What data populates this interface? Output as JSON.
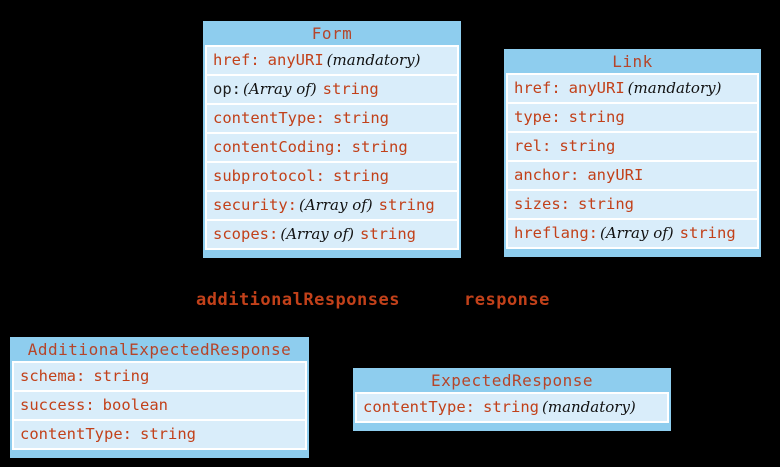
{
  "diagram": {
    "background": "#000000",
    "colors": {
      "class_header_bg": "#8ecdee",
      "row_bg": "#d9edfa",
      "row_gap": "#ffffff",
      "term_text": "#c2411a",
      "header_text": "#b5452a",
      "annotation_text": "#111111",
      "op_name_text": "#1d1d1d"
    },
    "classes": [
      {
        "id": "form",
        "title": "Form",
        "fields": [
          {
            "name": "href",
            "type": "anyURI",
            "suffix": "(mandatory)"
          },
          {
            "name": "op",
            "prefix": "(Array of)",
            "type": "string",
            "name_color": "#1d1d1d"
          },
          {
            "name": "contentType",
            "type": "string"
          },
          {
            "name": "contentCoding",
            "type": "string"
          },
          {
            "name": "subprotocol",
            "type": "string"
          },
          {
            "name": "security",
            "prefix": "(Array of)",
            "type": "string"
          },
          {
            "name": "scopes",
            "prefix": "(Array of)",
            "type": "string"
          }
        ]
      },
      {
        "id": "link",
        "title": "Link",
        "fields": [
          {
            "name": "href",
            "type": "anyURI",
            "suffix": "(mandatory)"
          },
          {
            "name": "type",
            "type": "string"
          },
          {
            "name": "rel",
            "type": "string"
          },
          {
            "name": "anchor",
            "type": "anyURI"
          },
          {
            "name": "sizes",
            "type": "string"
          },
          {
            "name": "hreflang",
            "prefix": "(Array of)",
            "type": "string"
          }
        ]
      },
      {
        "id": "additional-expected-response",
        "title": "AdditionalExpectedResponse",
        "fields": [
          {
            "name": "schema",
            "type": "string"
          },
          {
            "name": "success",
            "type": "boolean"
          },
          {
            "name": "contentType",
            "type": "string"
          }
        ]
      },
      {
        "id": "expected-response",
        "title": "ExpectedResponse",
        "fields": [
          {
            "name": "contentType",
            "type": "string",
            "suffix": "(mandatory)"
          }
        ]
      }
    ],
    "labels": [
      {
        "id": "additional-responses",
        "text": "additionalResponses"
      },
      {
        "id": "response",
        "text": "response"
      }
    ]
  }
}
